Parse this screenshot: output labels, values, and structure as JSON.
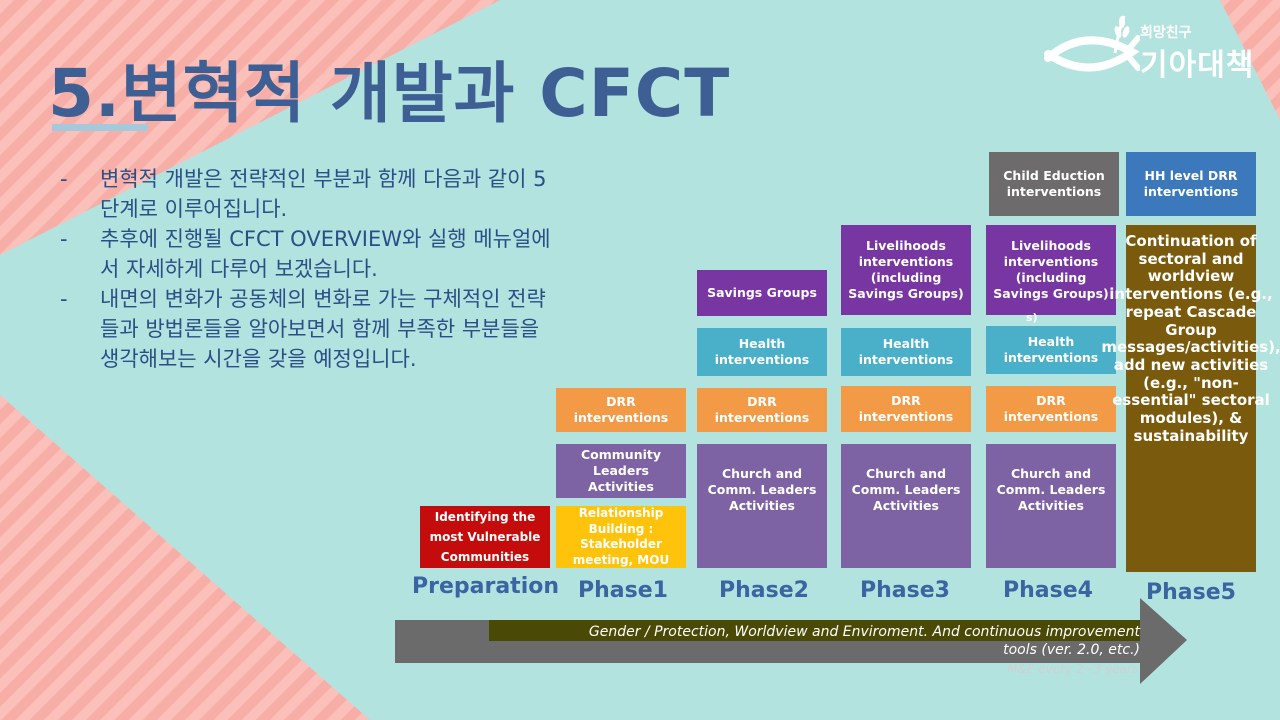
{
  "slide": {
    "title": "5.변혁적 개발과 CFCT",
    "logo": {
      "small_text": "희망친구",
      "big_text": "기아대책"
    },
    "bullets": [
      {
        "dash": "-",
        "text": "변혁적 개발은 전략적인 부분과 함께 다음과 같이 5단계로 이루어집니다."
      },
      {
        "dash": "-",
        "text": "추후에 진행될 CFCT OVERVIEW와 실행 메뉴얼에서 자세하게 다루어 보겠습니다."
      },
      {
        "dash": "-",
        "text": "내면의 변화가 공동체의 변화로 가는 구체적인 전략들과 방법론들을 알아보면서 함께 부족한 부분들을 생각해보는 시간을 갖을 예정입니다."
      }
    ]
  },
  "diagram": {
    "phases": {
      "preparation": "Preparation",
      "phase1": "Phase1",
      "phase2": "Phase2",
      "phase3": "Phase3",
      "phase4": "Phase4",
      "phase5": "Phase5"
    },
    "preparation": {
      "identify": "Identifying  the most  Vulnerable Communities"
    },
    "phase1": {
      "drr": "DRR interventions",
      "community_leaders": "Community Leaders Activities",
      "relationship": "Relationship Building : Stakeholder meeting, MOU"
    },
    "phase2": {
      "savings": "Savings Groups",
      "health": "Health interventions",
      "drr": "DRR interventions",
      "church": "Church and Comm. Leaders Activities"
    },
    "phase3": {
      "livelihoods": "Livelihoods interventions (including Savings Groups)",
      "health": "Health interventions",
      "drr": "DRR interventions",
      "church": "Church and Comm. Leaders Activities"
    },
    "phase4": {
      "child": "Child Eduction interventions",
      "livelihoods": "Livelihoods interventions (including Savings Groups)",
      "stray": "s)",
      "health": "Health interventions",
      "drr": "DRR interventions",
      "church": "Church and Comm. Leaders Activities"
    },
    "phase5": {
      "hh_drr": "HH level DRR interventions",
      "continuation": "Continuation of sectoral and worldview interventions (e.g., repeat Cascade Group messages/activities), add new activities (e.g., \"non-essential\" sectoral modules), & sustainability"
    },
    "arrow": {
      "line1": "Gender / Protection, Worldview and Enviroment. And continuous improvement",
      "line2": "tools (ver. 2.0, etc.)",
      "line3": "M&E every 2~3 years"
    }
  },
  "colors": {
    "background": "#b3e3df",
    "stripe_pink": "#f8b4ad",
    "title": "#3d5f94",
    "bullet_text": "#2a4f86",
    "phase_label": "#3b64a2"
  }
}
